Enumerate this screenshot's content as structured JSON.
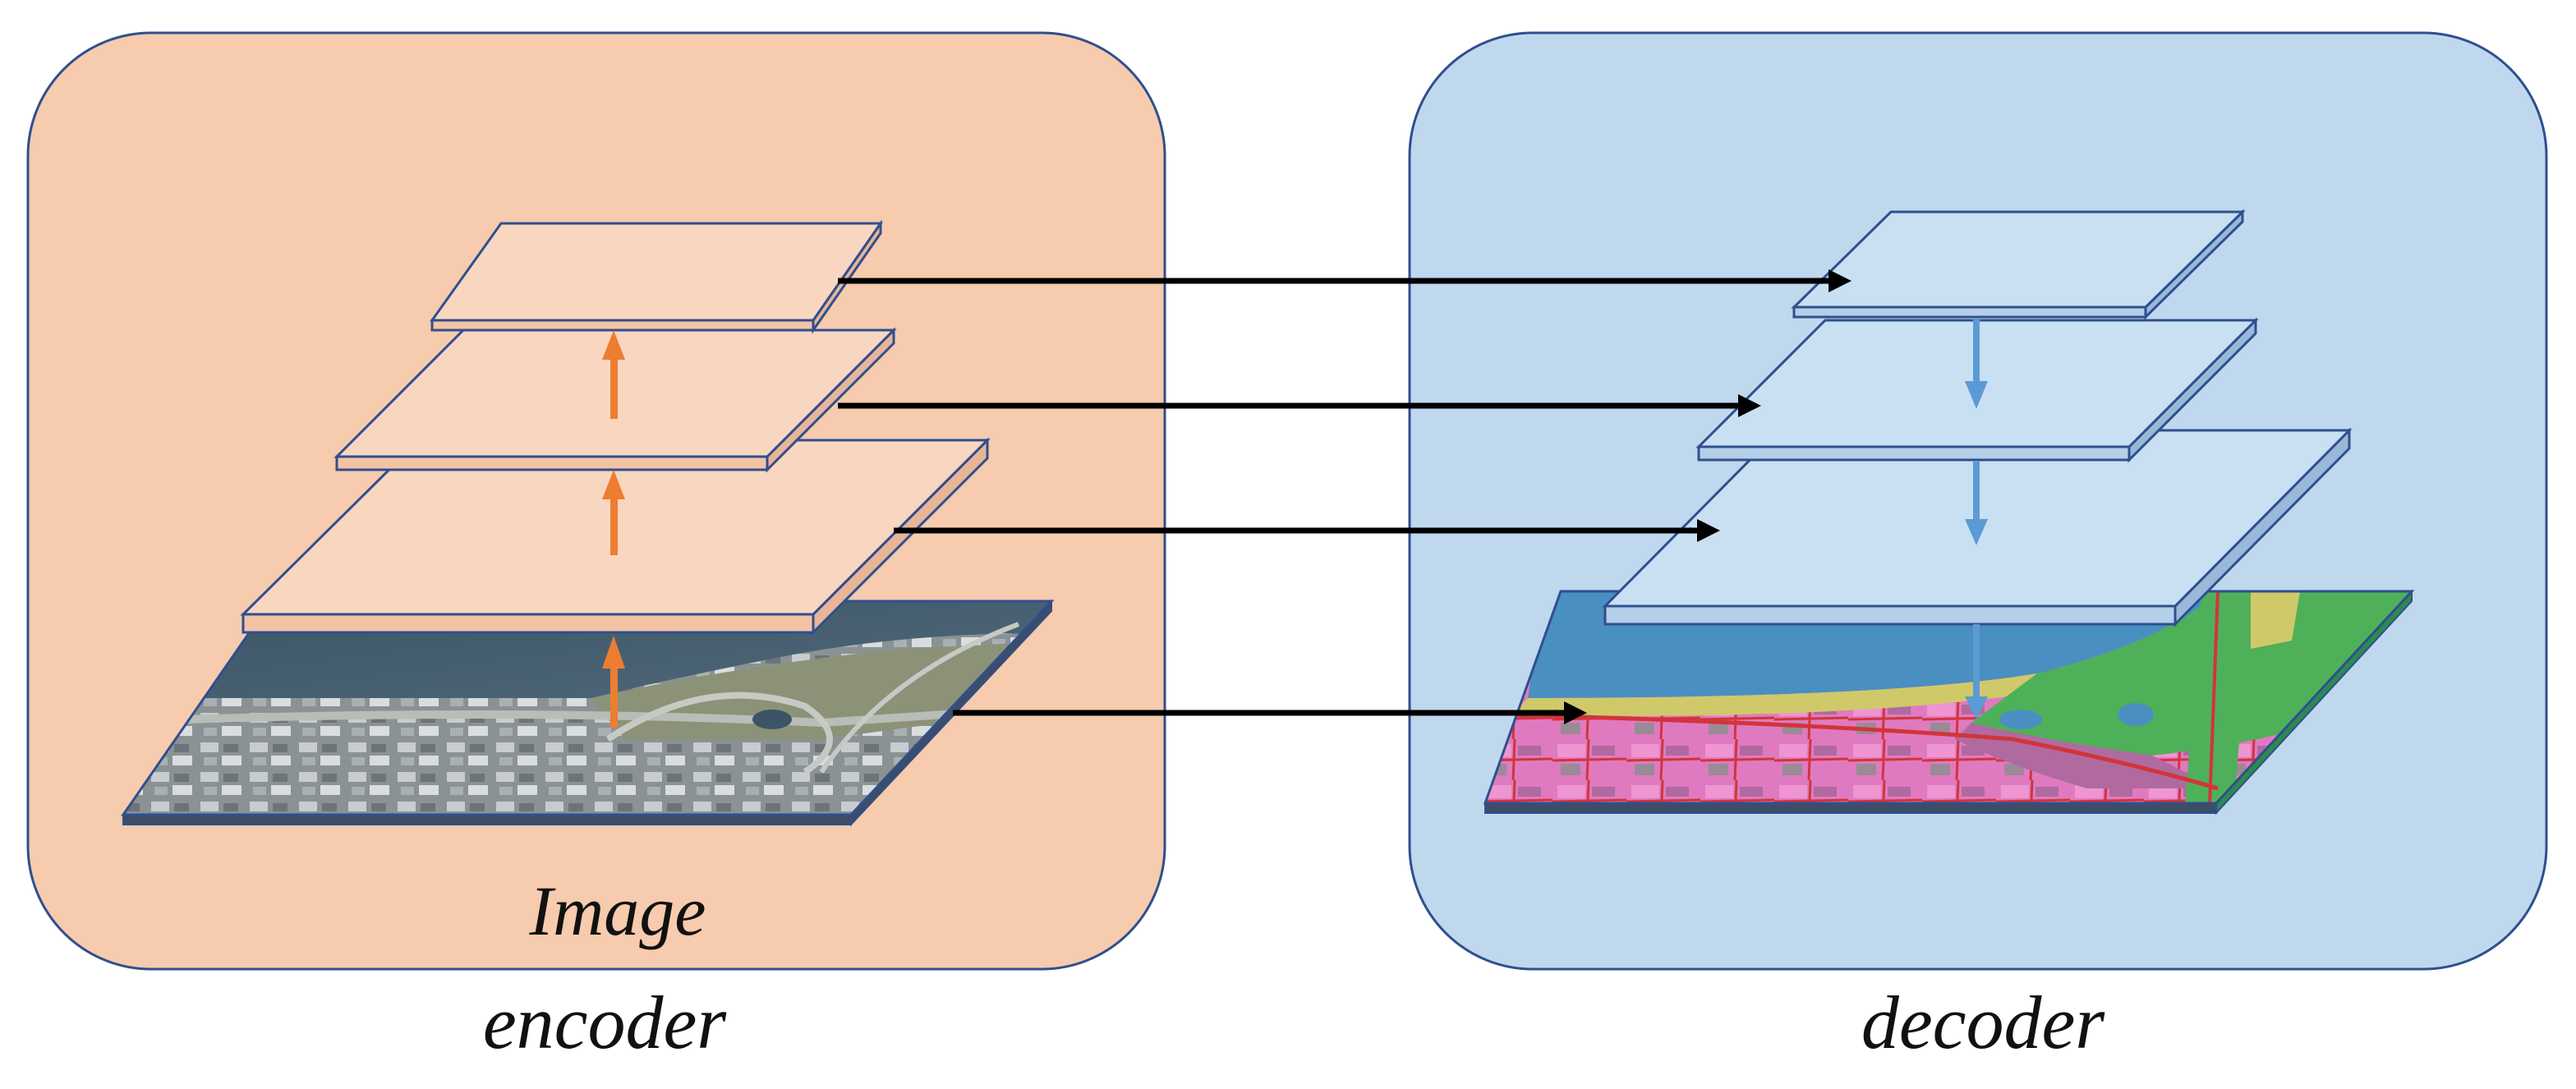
{
  "labels": {
    "encoder_panel_text": "Image",
    "encoder_caption": "encoder",
    "decoder_caption": "decoder"
  },
  "colors": {
    "encoder_panel": "#f7cbad",
    "encoder_layer": "#f9d6c0",
    "decoder_panel": "#c0d8ee",
    "decoder_layer": "#c9e0f3",
    "outline": "#2f4f8f",
    "encoder_arrow": "#ed7d31",
    "decoder_arrow": "#5b9bd5",
    "skip_arrow": "#000000"
  }
}
